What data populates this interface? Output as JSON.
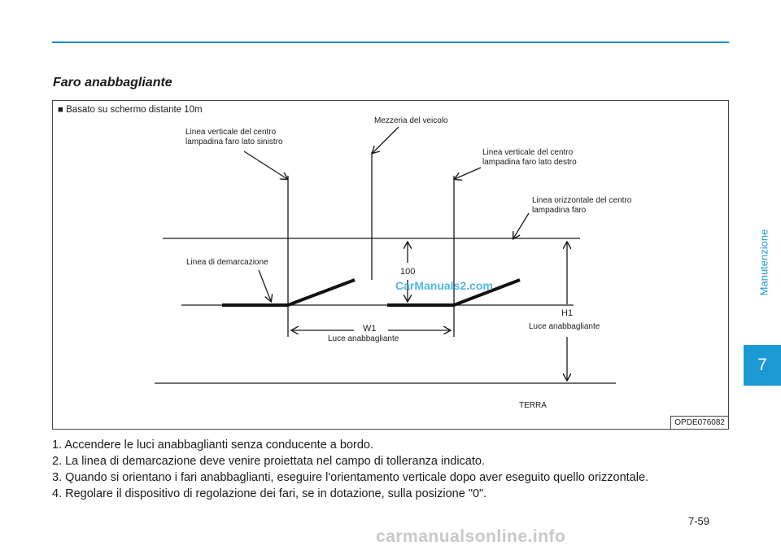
{
  "section_title": "Faro anabbagliante",
  "side_label": "Manutenzione",
  "chapter_number": "7",
  "figure": {
    "caption": "■ Basato su schermo distante 10m",
    "labels": {
      "left_vertical_line": [
        "Linea verticale del centro",
        "lampadina faro lato sinistro"
      ],
      "vehicle_centre": "Mezzeria del veicolo",
      "right_vertical_line": [
        "Linea verticale del centro",
        "lampadina faro lato destro"
      ],
      "horizontal_line": [
        "Linea orizzontale del centro",
        "lampadina faro"
      ],
      "cutoff_line": "Linea di demarcazione",
      "dim_100": "100",
      "w1": "W1",
      "w1_sub": "Luce anabbagliante",
      "h1": "H1",
      "h1_sub": "Luce anabbagliante",
      "ground": "TERRA"
    },
    "figure_id": "OPDE076082"
  },
  "instructions": [
    "1. Accendere le luci anabbaglianti senza conducente a bordo.",
    "2. La linea di demarcazione deve venire proiettata nel campo di tolleranza indicato.",
    "3. Quando si orientano i fari anabbaglianti, eseguire l'orientamento verticale dopo aver eseguito quello orizzontale.",
    "4. Regolare il dispositivo di regolazione dei fari, se in dotazione, sulla posizione \"0\"."
  ],
  "page_number": "7-59",
  "watermark_top": "CarManuals2.com",
  "watermark_bottom": "carmanualsonline.info"
}
